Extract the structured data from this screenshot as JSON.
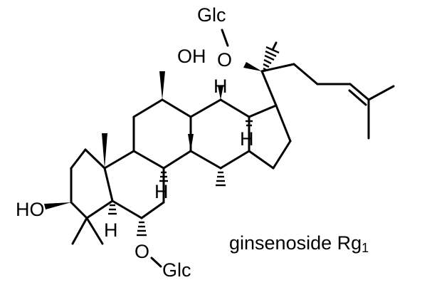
{
  "compound": {
    "name": "ginsenoside Rg",
    "name_subscript": "1"
  },
  "atoms": {
    "glc_top": "Glc",
    "glc_bottom": "Glc",
    "oh_c12": "OH",
    "o_c20": "O",
    "ho_c3": "HO",
    "o_c6": "O",
    "h_c17": "H",
    "h_c13": "H",
    "h_c9": "H",
    "h_c5": "H"
  },
  "colors": {
    "ink": "#000000",
    "background": "#ffffff"
  }
}
